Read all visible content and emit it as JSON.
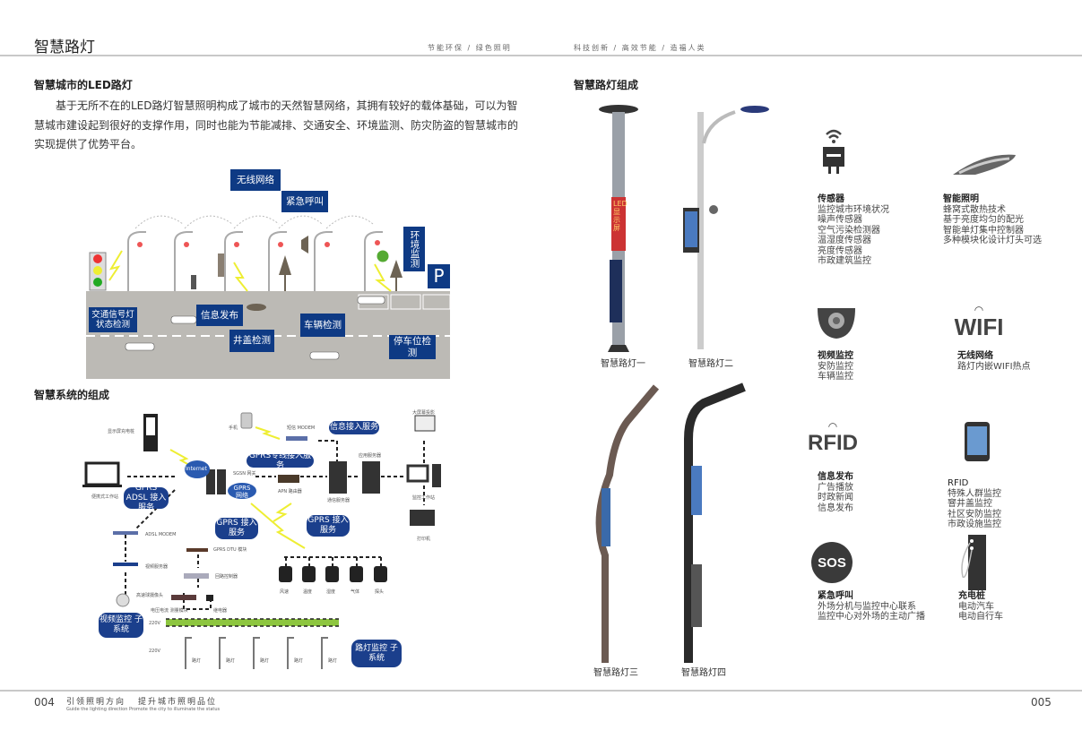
{
  "header": {
    "title": "智慧路灯",
    "slogan_left": "节能环保 / 绿色照明",
    "slogan_right": "科技创新 / 高效节能 / 造福人类"
  },
  "left": {
    "section1_title": "智慧城市的LED路灯",
    "paragraph": "基于无所不在的LED路灯智慧照明构成了城市的天然智慧网络，其拥有较好的载体基础，可以为智慧城市建设起到很好的支撑作用，同时也能为节能减排、交通安全、环境监测、防灾防盗的智慧城市的实现提供了优势平台。",
    "street": {
      "wireless": "无线网络",
      "emergency": "紧急呼叫",
      "environment": "环境监测",
      "parking_sign": "P",
      "traffic_light": "交通信号灯状态检测",
      "info": "信息发布",
      "manhole": "井盖检测",
      "vehicle": "车辆检测",
      "parking": "停车位检测"
    },
    "section2_title": "智慧系统的组成",
    "system": {
      "pills": {
        "sms": "信息接入服务",
        "gprs_line": "GPRS专线接入服务",
        "adsl": "GPRS ADSL 接入服务",
        "gprs_net": "GPRS 网络",
        "gprs1": "GPRS 接入服务",
        "gprs2": "GPRS 接入服务",
        "video": "视频监控 子系统",
        "lamp": "路灯监控 子系统",
        "internet": "Internet"
      },
      "labels": {
        "charger": "显示屏充电桩",
        "phone": "手机",
        "sms_modem": "短信 MODEM",
        "projector": "大屏幕投影",
        "laptop": "便携式工作站",
        "sgsn": "SGSN 网关",
        "apn": "APN 路由器",
        "comm_server": "通信服务器",
        "app_server": "应用服务器",
        "workstation": "监控工作站",
        "printer": "打印机",
        "adsl_modem": "ADSL MODEM",
        "dtu": "GPRS DTU 模块",
        "video_server": "视频服务器",
        "controller": "回路控制器",
        "camera": "高速球摄像头",
        "meter": "电压电流 测量模块",
        "relay": "继电器",
        "v1": "220V",
        "v2": "220V",
        "lamp": "路灯"
      },
      "sensors": [
        "风速",
        "温度",
        "湿度",
        "气体",
        "探头"
      ]
    }
  },
  "right": {
    "title": "智慧路灯组成",
    "lamps": [
      "智慧路灯一",
      "智慧路灯二",
      "智慧路灯三",
      "智慧路灯四"
    ],
    "led_text": "LED显示屏",
    "features": [
      {
        "title": "传感器",
        "lines": [
          "监控城市环境状况",
          "噪声传感器",
          "空气污染检测器",
          "温湿度传感器",
          "亮度传感器",
          "市政建筑监控"
        ]
      },
      {
        "title": "智能照明",
        "lines": [
          "蜂窝式散热技术",
          "基于亮度均匀的配光",
          "智能单灯集中控制器",
          "多种模块化设计灯头可选"
        ]
      },
      {
        "title": "视频监控",
        "lines": [
          "安防监控",
          "车辆监控"
        ]
      },
      {
        "title": "无线网络",
        "lines": [
          "路灯内嵌WIFI热点"
        ]
      },
      {
        "title": "信息发布",
        "lines": [
          "广告播放",
          "时政新闻",
          "信息发布"
        ]
      },
      {
        "title": "RFID",
        "lines": [
          "特殊人群监控",
          "窨井盖监控",
          "社区安防监控",
          "市政设施监控"
        ]
      },
      {
        "title": "紧急呼叫",
        "lines": [
          "外场分机与监控中心联系",
          "监控中心对外场的主动广播"
        ]
      },
      {
        "title": "充电桩",
        "lines": [
          "电动汽车",
          "电动自行车"
        ]
      }
    ],
    "icon_text": {
      "wifi": "WIFI",
      "rfid": "RFID",
      "sos": "SOS"
    }
  },
  "footer": {
    "page_left": "004",
    "slogan_cn1": "引领照明方向",
    "slogan_cn2": "提升城市照明品位",
    "slogan_en": "Guide the lighting direction Promote the city to illuminate the status",
    "page_right": "005"
  }
}
